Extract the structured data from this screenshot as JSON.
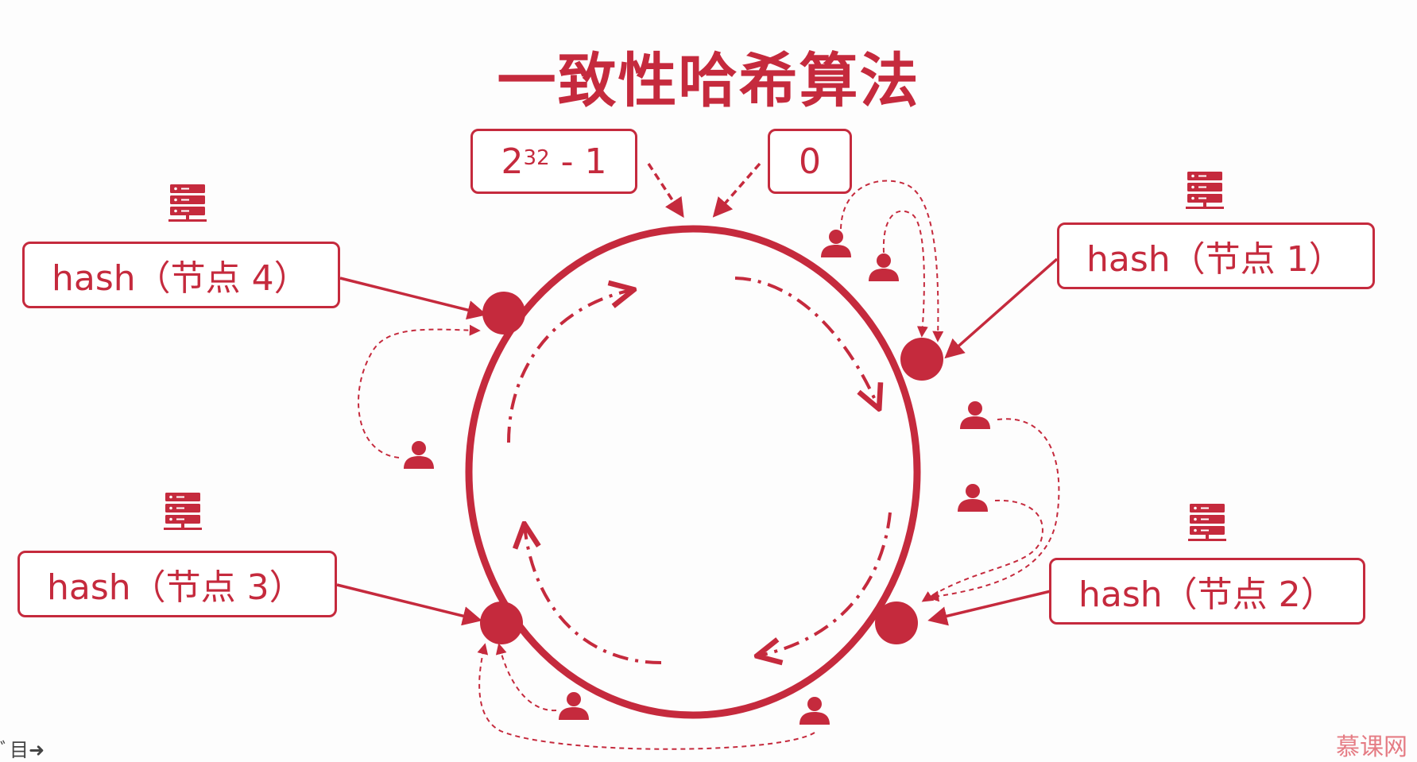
{
  "title": "一致性哈希算法",
  "ring": {
    "max_label_base": "2",
    "max_label_exp": "32",
    "max_label_suffix": " - 1",
    "zero_label": "0"
  },
  "nodes": [
    {
      "id": "node1",
      "label": "hash（节点 1）"
    },
    {
      "id": "node2",
      "label": "hash（节点 2）"
    },
    {
      "id": "node3",
      "label": "hash（节点 3）"
    },
    {
      "id": "node4",
      "label": "hash（节点 4）"
    }
  ],
  "icons": {
    "server": "server-icon",
    "user": "user-icon"
  },
  "colors": {
    "accent": "#c52a3d",
    "background": "#fdfdfd"
  },
  "footer": {
    "left_fragment": "ﾞ目➜",
    "watermark": "慕课网"
  }
}
